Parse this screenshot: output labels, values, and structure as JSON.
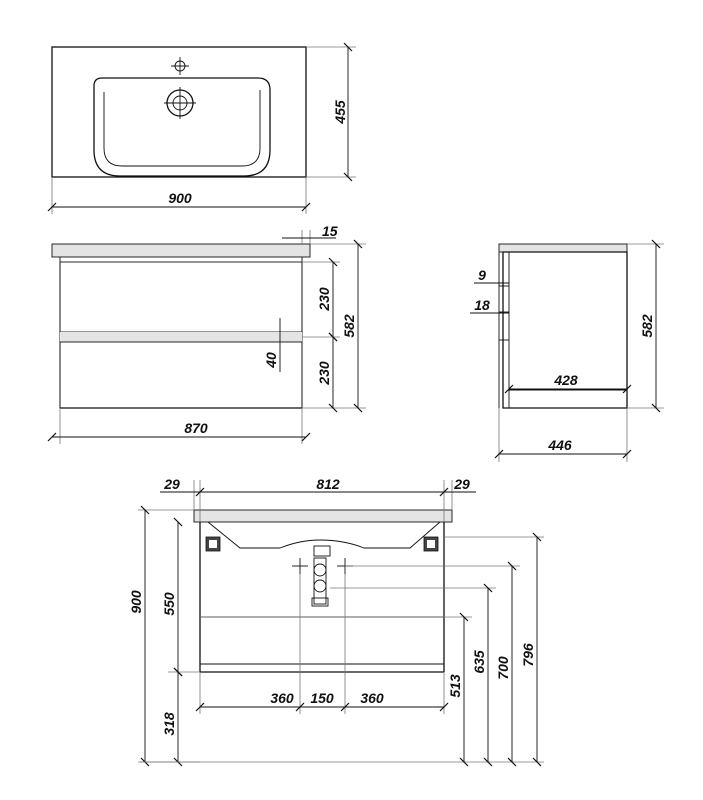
{
  "dims": {
    "top_depth": "455",
    "top_width": "900",
    "front_overhang": "15",
    "front_drawer_upper": "230",
    "front_drawer_lower": "230",
    "front_height": "582",
    "front_gap": "40",
    "front_width": "870",
    "side_gap_9": "9",
    "side_gap_18": "18",
    "side_height": "582",
    "side_inner_depth": "428",
    "side_depth": "446",
    "wall_left_29": "29",
    "wall_inner_812": "812",
    "wall_right_29": "29",
    "wall_total_900": "900",
    "wall_cab_550": "550",
    "wall_floor_318": "318",
    "wall_360_left": "360",
    "wall_150": "150",
    "wall_360_right": "360",
    "wall_513": "513",
    "wall_635": "635",
    "wall_700": "700",
    "wall_796": "796"
  }
}
